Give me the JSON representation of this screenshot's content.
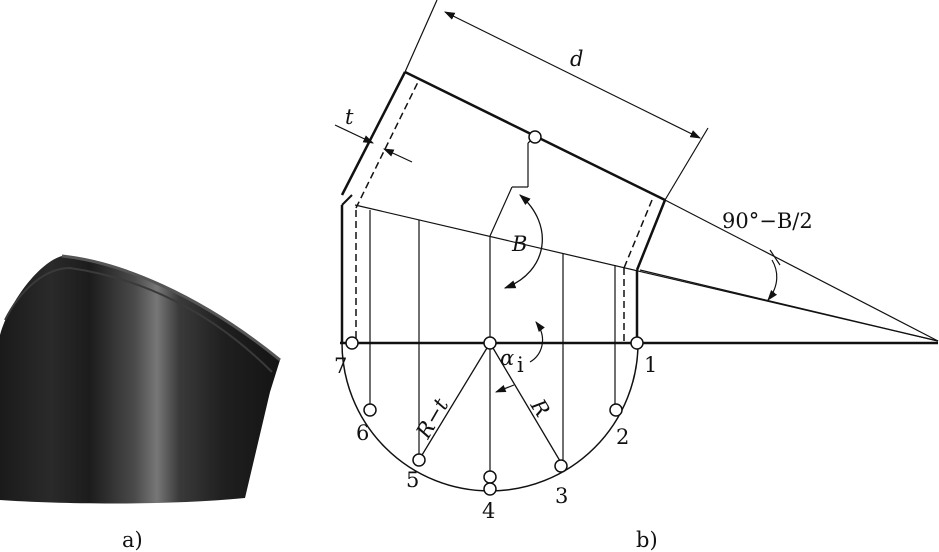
{
  "panel_a": {
    "caption": "a)"
  },
  "panel_b": {
    "caption": "b)",
    "dimension_d": "d",
    "dimension_t": "t",
    "angle_B": "B",
    "angle_label": "90°−B/2",
    "alpha_main": "α",
    "alpha_sub": "i",
    "radius_R": "R",
    "radius_R_minus_t": "R−t",
    "points": [
      "1",
      "2",
      "3",
      "4",
      "5",
      "6",
      "7"
    ]
  }
}
